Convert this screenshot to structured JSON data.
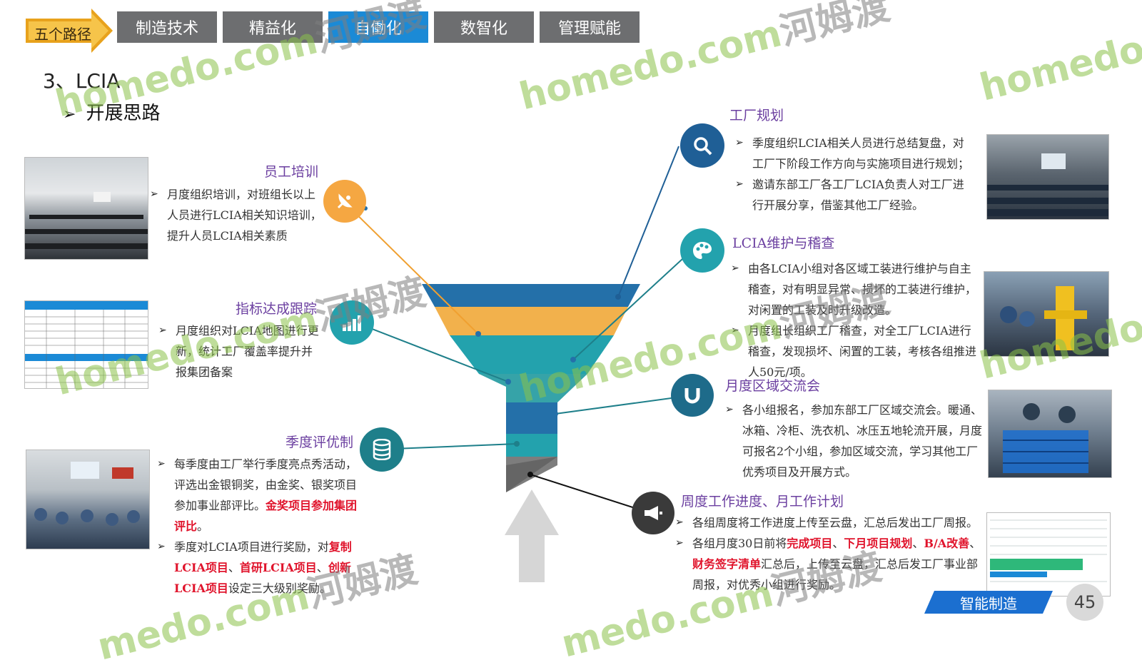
{
  "nav": {
    "path_label": "五个路径",
    "tabs": [
      {
        "label": "制造技术",
        "active": false
      },
      {
        "label": "精益化",
        "active": false
      },
      {
        "label": "自働化",
        "active": true
      },
      {
        "label": "数智化",
        "active": false
      },
      {
        "label": "管理赋能",
        "active": false
      }
    ]
  },
  "section_title": "3、LCIA",
  "sub_title": "开展思路",
  "left": {
    "training": {
      "title": "员工培训",
      "bullets": [
        "月度组织培训，对班组长以上人员进行LCIA相关知识培训，提升人员LCIA相关素质"
      ]
    },
    "indicator": {
      "title": "指标达成跟踪",
      "bullets": [
        "月度组织对LCIA地图进行更新，统计工厂覆盖率提升并报集团备案"
      ]
    },
    "evaluation": {
      "title": "季度评优制",
      "bullet1_a": "每季度由工厂举行季度亮点秀活动，评选出金银铜奖，由金奖、银奖项目参加事业部评比。",
      "bullet1_red": "金奖项目参加集团评比",
      "bullet1_end": "。",
      "bullet2_a": "季度对LCIA项目进行奖励，对",
      "bullet2_red1": "复制LCIA项目",
      "bullet2_sep1": "、",
      "bullet2_red2": "首研LCIA项目",
      "bullet2_sep2": "、",
      "bullet2_red3": "创新LCIA项目",
      "bullet2_end": "设定三大级别奖励。"
    }
  },
  "right": {
    "planning": {
      "title": "工厂规划",
      "bullets": [
        "季度组织LCIA相关人员进行总结复盘，对工厂下阶段工作方向与实施项目进行规划；",
        "邀请东部工厂各工厂LCIA负责人对工厂进行开展分享，借鉴其他工厂经验。"
      ]
    },
    "maintenance": {
      "title": "LCIA维护与稽查",
      "bullets": [
        "由各LCIA小组对各区域工装进行维护与自主稽查，对有明显异常、损坏的工装进行维护，对闲置的工装及时升级改造。",
        "月度组长组织工厂稽查，对全工厂LCIA进行稽查，发现损坏、闲置的工装，考核各组推进人50元/项。"
      ]
    },
    "exchange": {
      "title": "月度区域交流会",
      "bullets": [
        "各小组报名，参加东部工厂区域交流会。暖通、冰箱、冷柜、洗衣机、冰压五地轮流开展，月度可报名2个小组，参加区域交流，学习其他工厂优秀项目及开展方式。"
      ]
    },
    "weekly": {
      "title": "周度工作进度、月工作计划",
      "bullet1": "各组周度将工作进度上传至云盘，汇总后发出工厂周报。",
      "bullet2_a": "各组月度30日前将",
      "bullet2_red1": "完成项目",
      "bullet2_sep1": "、",
      "bullet2_red2": "下月项目规划",
      "bullet2_sep2": "、",
      "bullet2_red3": "B/A改善",
      "bullet2_sep3": "、",
      "bullet2_red4": "财务签字清单",
      "bullet2_end": "汇总后，上传至云盘，汇总后发工厂事业部周报，对优秀小组进行奖励。"
    }
  },
  "footer": {
    "badge": "智能制造",
    "page_number": "45"
  },
  "watermarks": [
    {
      "latin": "homedo.com",
      "cn": "河姆渡"
    },
    {
      "latin": "homedo.com",
      "cn": "河姆渡"
    },
    {
      "latin": "homedo.c",
      "cn": ""
    },
    {
      "latin": "homedo.com",
      "cn": "河姆渡"
    },
    {
      "latin": "homedo.com",
      "cn": "河姆渡"
    },
    {
      "latin": "homedo.c",
      "cn": ""
    },
    {
      "latin": "medo.com",
      "cn": "河姆渡"
    },
    {
      "latin": "medo.com",
      "cn": "河姆渡"
    }
  ],
  "colors": {
    "tab_active": "#1b8ad6",
    "tab_inactive": "#6d6e70",
    "funnel_dark_blue": "#2470a9",
    "funnel_orange": "#f2b14c",
    "funnel_teal": "#23a2ad",
    "funnel_gray": "#7d7d7d",
    "title_purple": "#6b3fa0",
    "highlight_red": "#e0142c"
  },
  "icons": {
    "training": "satellite-dish-icon",
    "indicator": "bar-chart-icon",
    "evaluation": "database-icon",
    "planning": "magnifier-icon",
    "maintenance": "palette-icon",
    "exchange": "magnet-icon",
    "weekly": "megaphone-icon"
  }
}
